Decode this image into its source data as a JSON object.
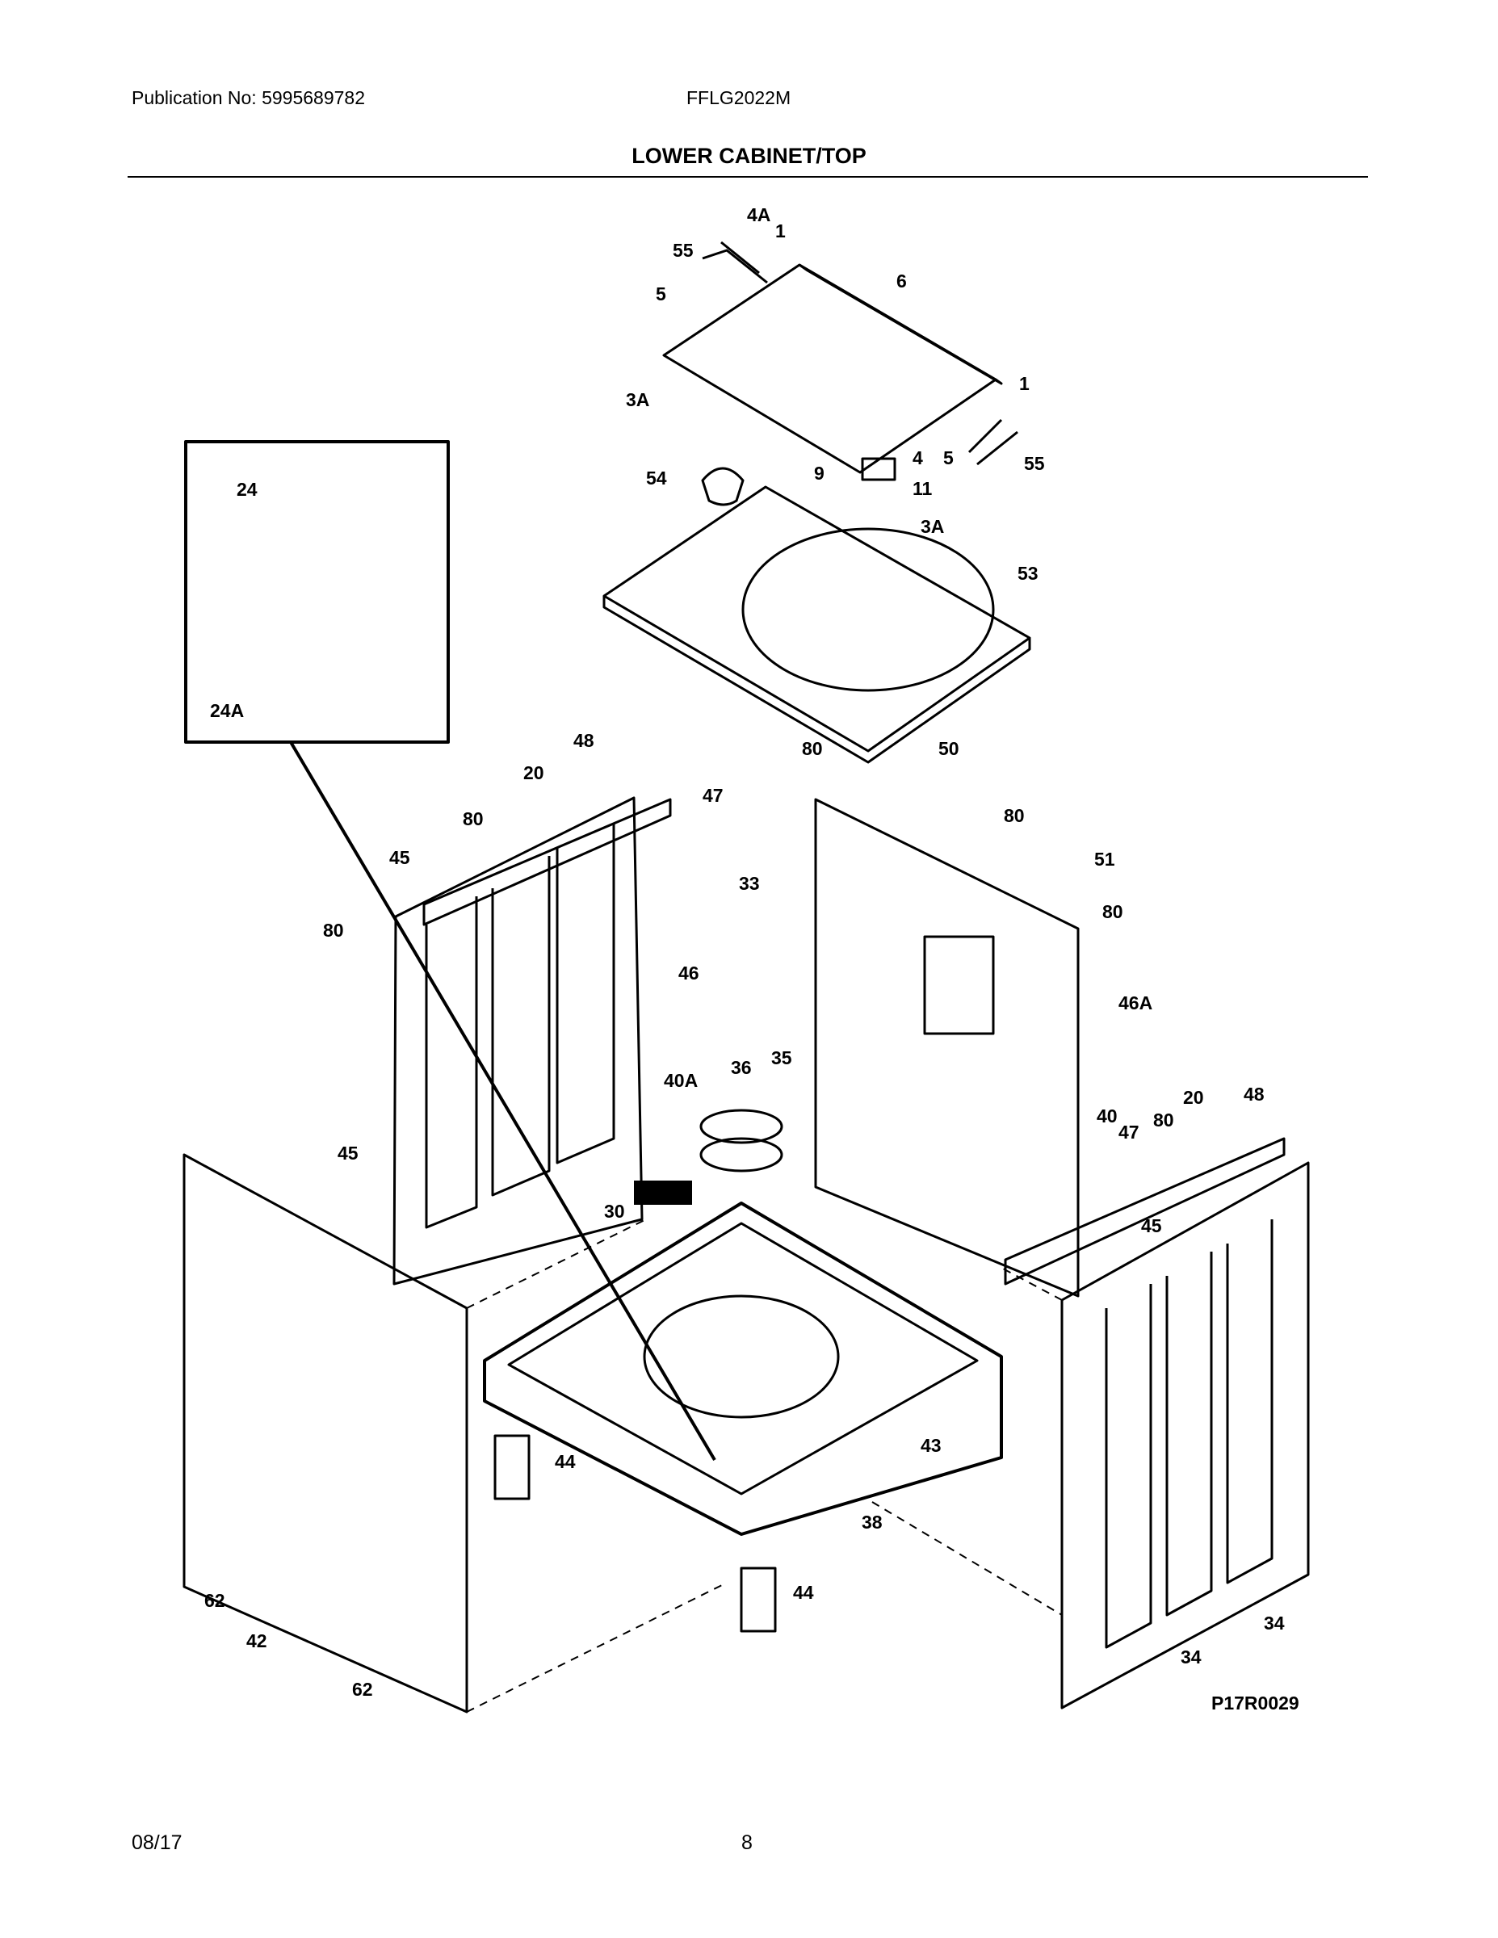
{
  "header": {
    "publication": "Publication No: 5995689782",
    "model": "FFLG2022M",
    "title": "LOWER CABINET/TOP"
  },
  "footer": {
    "date": "08/17",
    "page": "8"
  },
  "diagram": {
    "reference": "P17R0029",
    "callouts": [
      "4A",
      "1",
      "55",
      "5",
      "6",
      "3A",
      "1",
      "4",
      "5",
      "55",
      "9",
      "11",
      "3A",
      "54",
      "53",
      "24",
      "24A",
      "48",
      "20",
      "47",
      "80",
      "45",
      "80",
      "46",
      "80",
      "50",
      "80",
      "51",
      "80",
      "33",
      "46A",
      "40A",
      "36",
      "35",
      "30",
      "45",
      "40",
      "47",
      "20",
      "48",
      "80",
      "45",
      "43",
      "44",
      "38",
      "44",
      "62",
      "42",
      "62",
      "34",
      "34"
    ]
  }
}
